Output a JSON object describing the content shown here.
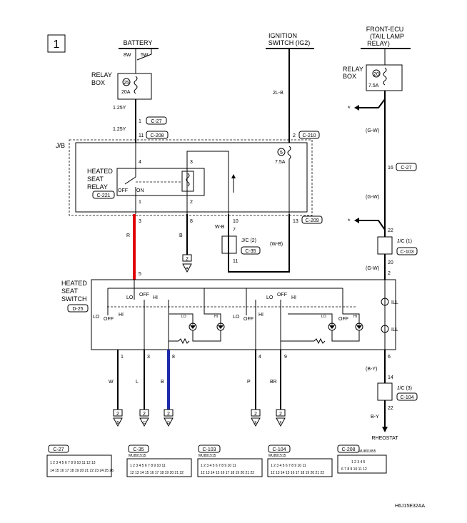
{
  "diagram": {
    "page_number": "1",
    "doc_code": "H6J15E32AA",
    "battery": {
      "label": "BATTERY",
      "w8": "8W",
      "w5": "5W"
    },
    "relay_box_left": {
      "label_l1": "RELAY",
      "label_l2": "BOX",
      "fuse_no": "25",
      "fuse_amp": "20A"
    },
    "relay_box_right": {
      "label_l1": "RELAY",
      "label_l2": "BOX",
      "fuse_no": "20",
      "fuse_amp": "7.5A"
    },
    "ignition": {
      "label_l1": "IGNITION",
      "label_l2": "SWITCH (IG2)",
      "wire": "2L-B"
    },
    "front_ecu": {
      "label_l1": "FRONT-ECU",
      "label_l2": "(TAIL LAMP",
      "label_l3": "RELAY)"
    },
    "jb": {
      "label": "J/B",
      "fuse_no": "5",
      "fuse_amp": "7.5A"
    },
    "relay": {
      "label_l1": "HEATED",
      "label_l2": "SEAT",
      "label_l3": "RELAY",
      "off": "OFF",
      "on": "ON",
      "conn": "C-221"
    },
    "wires": {
      "w125y_a": "1.25Y",
      "w125y_b": "1.25Y",
      "gw1": "(G-W)",
      "gw2": "(G-W)",
      "gw3": "(G-W)",
      "r": "R",
      "b": "B",
      "wb": "W-B",
      "wb2": "(W-B)",
      "out_w": "W",
      "out_l": "L",
      "out_b": "B",
      "out_p": "P",
      "out_br": "BR",
      "by1": "(B-Y)",
      "by2": "B-Y"
    },
    "pins": {
      "p1a": "1",
      "p11": "11",
      "p2": "2",
      "p16": "16",
      "p4": "4",
      "p3r": "3",
      "p1r": "1",
      "p2r": "2",
      "p3b": "3",
      "p8b": "8",
      "p10": "10",
      "p7": "7",
      "p11b": "11",
      "p13": "13",
      "p22": "22",
      "p20": "20",
      "p2b": "2",
      "p5": "5",
      "s1": "1",
      "s3": "3",
      "s8": "8",
      "s4": "4",
      "s9": "9",
      "s6": "6",
      "p14": "14",
      "p22b": "22"
    },
    "conns": {
      "c27": "C-27",
      "c208": "C-208",
      "c210": "C-210",
      "c27b": "C-27",
      "c209": "C-209",
      "c35": "C-35",
      "c103": "C-103",
      "d25": "D-25",
      "c104": "C-104"
    },
    "jc2": "J/C (2)",
    "jc1": "J/C (1)",
    "jc3": "J/C (3)",
    "switch": {
      "label_l1": "HEATED",
      "label_l2": "SEAT",
      "label_l3": "SWITCH",
      "lo": "LO",
      "off": "OFF",
      "hi": "HI",
      "ill": "ILL"
    },
    "grounds": {
      "g": "2",
      "a": "A",
      "b": "B",
      "c": "C",
      "d": "D",
      "e": "E",
      "f": "F"
    },
    "asterisk": "*",
    "rheostat": "RHEOSTAT",
    "connectors": [
      {
        "name": "C-27",
        "part": "",
        "row1": "1 2 3 4 5 6 7 8 9 10 11 12 13",
        "row2": "14 15 16 17 18 19 20 21 22 23 24 25 26"
      },
      {
        "name": "C-35",
        "part": "MU801515",
        "row1": "1 2 3 4 5 6 7 8 9 10 11",
        "row2": "12 13 14 15 16 17 18 19 20 21 22"
      },
      {
        "name": "C-103",
        "part": "MU801515",
        "row1": "1 2 3 4 5 6 7 8 9 10 11",
        "row2": "12 13 14 15 16 17 18 19 20 21 22"
      },
      {
        "name": "C-104",
        "part": "MU801515",
        "row1": "1 2 3 4 5 6 7 8 9 10 11",
        "row2": "12 13 14 15 16 17 18 19 20 21 22"
      },
      {
        "name": "C-208",
        "part": "MU801855",
        "row1": "1 2 3 4 5",
        "row2": "6 7 8 9 10 11 12"
      }
    ]
  }
}
